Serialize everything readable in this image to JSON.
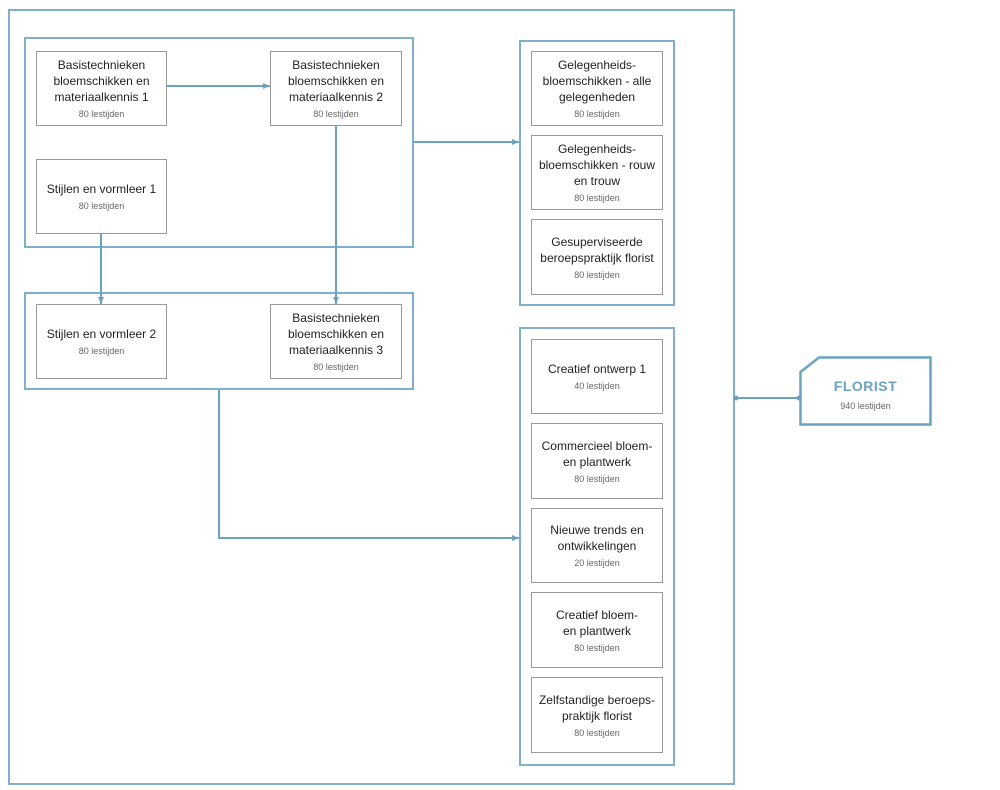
{
  "group_a": {
    "box1": {
      "title": "Basistechnieken\nbloemschikken en\nmateriaalkennis 1",
      "hours": "80 lestijden"
    },
    "box2": {
      "title": "Basistechnieken\nbloemschikken en\nmateriaalkennis 2",
      "hours": "80 lestijden"
    },
    "box3": {
      "title": "Stijlen en vormleer 1",
      "hours": "80 lestijden"
    }
  },
  "group_b": {
    "box1": {
      "title": "Stijlen en vormleer 2",
      "hours": "80 lestijden"
    },
    "box2": {
      "title": "Basistechnieken\nbloemschikken en\nmateriaalkennis 3",
      "hours": "80 lestijden"
    }
  },
  "group_c": {
    "box1": {
      "title": "Gelegenheids-\nbloemschikken - alle\ngelegenheden",
      "hours": "80 lestijden"
    },
    "box2": {
      "title": "Gelegenheids-\nbloemschikken - rouw\nen trouw",
      "hours": "80 lestijden"
    },
    "box3": {
      "title": "Gesuperviseerde\nberoepspraktijk florist",
      "hours": "80 lestijden"
    }
  },
  "group_d": {
    "box1": {
      "title": "Creatief ontwerp 1",
      "hours": "40 lestijden"
    },
    "box2": {
      "title": "Commercieel bloem-\nen plantwerk",
      "hours": "80 lestijden"
    },
    "box3": {
      "title": "Nieuwe trends en\nontwikkelingen",
      "hours": "20 lestijden"
    },
    "box4": {
      "title": "Creatief bloem-\nen plantwerk",
      "hours": "80 lestijden"
    },
    "box5": {
      "title": "Zelfstandige beroeps-\npraktijk florist",
      "hours": "80 lestijden"
    }
  },
  "goal": {
    "title": "FLORIST",
    "hours": "940 lestijden"
  },
  "colors": {
    "connector": "#6aa3c0",
    "frame": "#7fb0cb",
    "box_border": "#9a9a9a"
  }
}
